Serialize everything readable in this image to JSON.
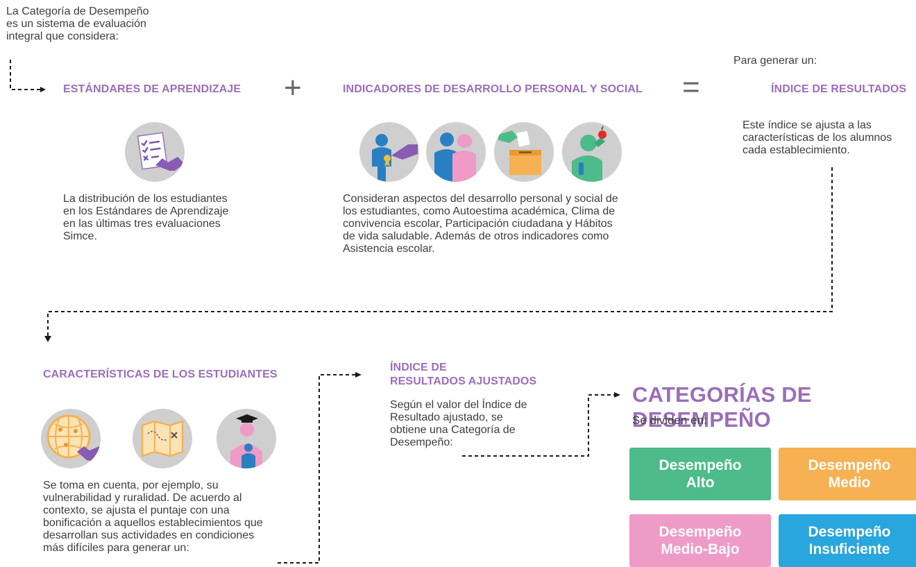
{
  "intro": [
    "La Categoría de Desempeño",
    "es un sistema de evaluación",
    "integral que considera:"
  ],
  "operators": {
    "plus": "+",
    "equals": "="
  },
  "generate_label": "Para generar un:",
  "standards": {
    "title": "ESTÁNDARES DE APRENDIZAJE",
    "text": [
      "La distribución de los estudiantes",
      "en los Estándares de Aprendizaje",
      "en las últimas tres evaluaciones",
      "Simce."
    ]
  },
  "indicators": {
    "title": "INDICADORES DE DESARROLLO PERSONAL Y SOCIAL",
    "text": [
      "Consideran aspectos del desarrollo personal y social de",
      "los estudiantes, como Autoestima académica, Clima de",
      "convivencia escolar, Participación ciudadana y Hábitos",
      "de vida saludable. Además de otros indicadores como",
      "Asistencia escolar."
    ]
  },
  "results_index": {
    "title": "ÍNDICE DE RESULTADOS",
    "text": [
      "Este índice se ajusta a las",
      "características de los alumnos",
      "cada establecimiento."
    ]
  },
  "student_characteristics": {
    "title": "CARACTERÍSTICAS DE LOS ESTUDIANTES",
    "text": [
      "Se toma en cuenta, por ejemplo, su",
      "vulnerabilidad y ruralidad. De acuerdo al",
      "contexto, se ajusta el puntaje con una",
      "bonificación a aquellos establecimientos que",
      "desarrollan sus actividades en condiciones",
      "más difíciles para generar un:"
    ]
  },
  "adjusted_index": {
    "title": [
      "ÍNDICE DE",
      "RESULTADOS AJUSTADOS"
    ],
    "text": [
      "Según el valor del Índice de",
      "Resultado ajustado, se",
      "obtiene una Categoría de",
      "Desempeño:"
    ]
  },
  "categories": {
    "title": "CATEGORÍAS DE DESEMPEÑO",
    "subtitle": "Se dividen en:",
    "items": [
      {
        "lines": [
          "Desempeño",
          "Alto"
        ],
        "color": "#4dbb8a"
      },
      {
        "lines": [
          "Desempeño",
          "Medio"
        ],
        "color": "#f5b152"
      },
      {
        "lines": [
          "Desempeño",
          "Medio-Bajo"
        ],
        "color": "#ee9bc7"
      },
      {
        "lines": [
          "Desempeño",
          "Insuficiente"
        ],
        "color": "#29a6dd"
      }
    ]
  },
  "icons": {
    "standards": "checklist-icon",
    "indicators": [
      "self-esteem-icon",
      "school-climate-icon",
      "voting-icon",
      "healthy-habits-icon"
    ],
    "characteristics": [
      "globe-icon",
      "rural-map-icon",
      "family-graduation-icon"
    ]
  },
  "colors": {
    "accent": "#9b6dbb",
    "circle": "#cfcfcf"
  }
}
